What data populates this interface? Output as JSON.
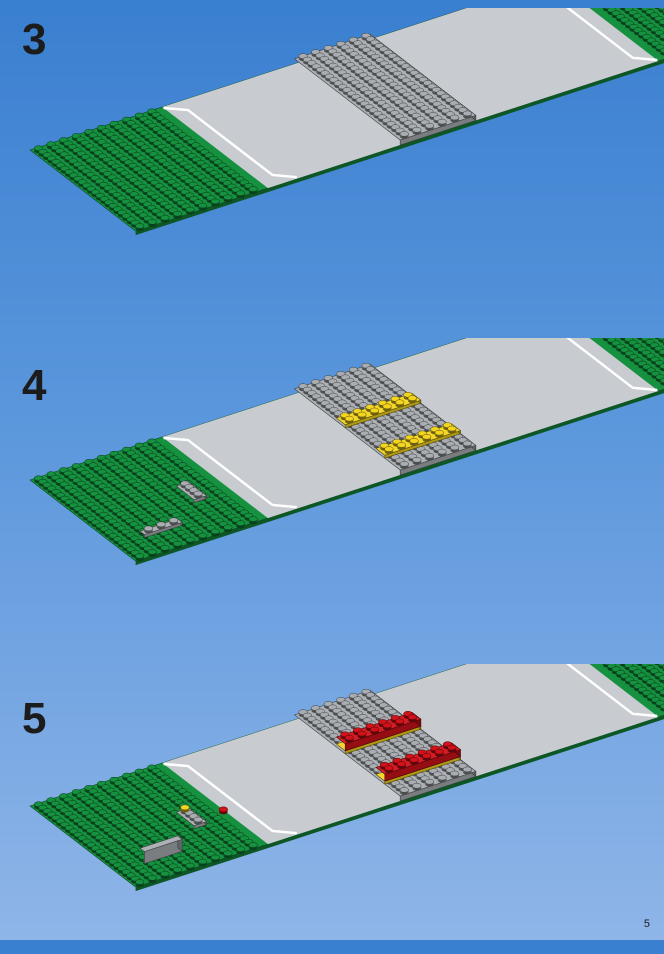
{
  "steps": [
    {
      "number": "3",
      "yellow_plates": [],
      "red_plates": [],
      "small_items": []
    },
    {
      "number": "4",
      "yellow_plates": [
        {
          "g": [
            15.5,
            8.0
          ],
          "w": 6,
          "h": 2
        },
        {
          "g": [
            24.5,
            12.0
          ],
          "w": 6,
          "h": 2
        }
      ],
      "red_plates": [],
      "small_items": [
        {
          "kind": "gray-plate-1x3",
          "g": [
            4.2,
            18.7
          ]
        },
        {
          "kind": "gray-plate-1x4",
          "g": [
            9.5,
            15.8
          ]
        }
      ]
    },
    {
      "number": "5",
      "yellow_plates": [
        {
          "g": [
            15.5,
            8.0
          ],
          "w": 6,
          "h": 2
        },
        {
          "g": [
            24.5,
            12.0
          ],
          "w": 6,
          "h": 2
        }
      ],
      "red_plates": [
        {
          "g": [
            15.5,
            8.0
          ],
          "w": 6,
          "h": 2
        },
        {
          "g": [
            24.5,
            12.0
          ],
          "w": 6,
          "h": 2
        }
      ],
      "small_items": [
        {
          "kind": "gray-slope-block",
          "g": [
            4.2,
            18.7
          ]
        },
        {
          "kind": "gray-plate-1x4",
          "g": [
            9.5,
            15.8
          ]
        },
        {
          "kind": "yellow-round-stud",
          "g": [
            9.5,
            15.8
          ]
        },
        {
          "kind": "red-round-stud",
          "g": [
            11.5,
            16.8
          ]
        }
      ]
    }
  ],
  "page_number": "5",
  "colors": {
    "background_top": "#3a7fd0",
    "background_bottom": "#8fb5e8",
    "baseplate_green": "#15913f",
    "road_gray": "#c8ccd0",
    "road_line": "#ffffff",
    "brick_gray": "#a9adb1",
    "brick_yellow": "#f3d51f",
    "brick_red": "#d1121a"
  }
}
